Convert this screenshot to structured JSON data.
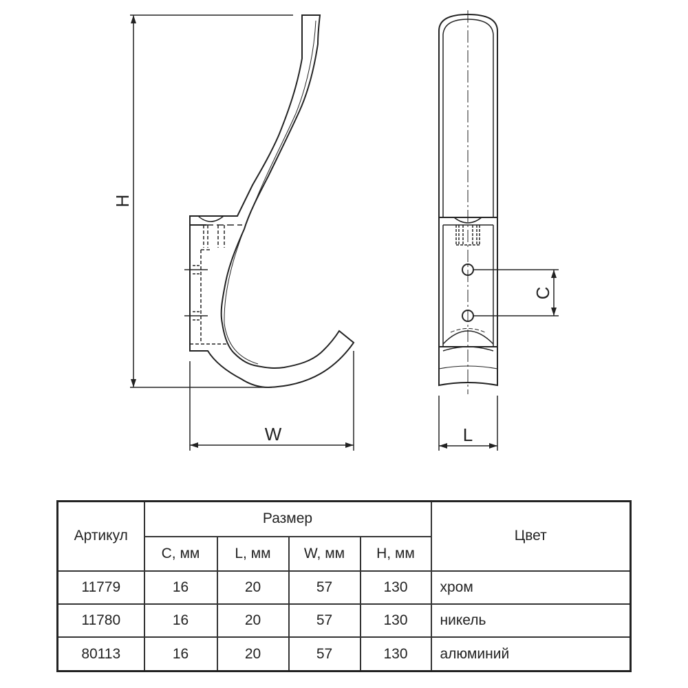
{
  "drawing": {
    "dimensions": {
      "height": "H",
      "width": "W",
      "length": "L",
      "hole_spacing": "C"
    },
    "line_color": "#222222"
  },
  "table": {
    "article_header": "Артикул",
    "size_header": "Размер",
    "color_header": "Цвет",
    "size_columns": [
      "C, мм",
      "L, мм",
      "W, мм",
      "H, мм"
    ],
    "rows": [
      {
        "article": "11779",
        "c": "16",
        "l": "20",
        "w": "57",
        "h": "130",
        "color": "хром"
      },
      {
        "article": "11780",
        "c": "16",
        "l": "20",
        "w": "57",
        "h": "130",
        "color": "никель"
      },
      {
        "article": "80113",
        "c": "16",
        "l": "20",
        "w": "57",
        "h": "130",
        "color": "алюминий"
      }
    ]
  }
}
